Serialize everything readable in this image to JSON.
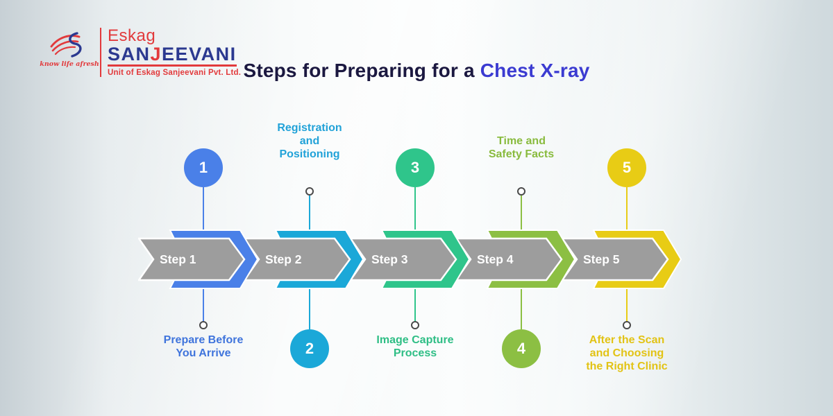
{
  "header": {
    "logo": {
      "brand_top": "Eskag",
      "brand_main_pre": "SAN",
      "brand_main_j": "J",
      "brand_main_post": "EEVANI",
      "tagline": "know life afresh",
      "subtitle": "Unit of Eskag Sanjeevani Pvt. Ltd.",
      "red": "#E23A3C",
      "blue": "#2B3990"
    },
    "title": {
      "prefix": "Steps for Preparing for a ",
      "highlight": "Chest X-ray",
      "prefix_color": "#1B1840",
      "highlight_color": "#3B3BD1"
    }
  },
  "diagram": {
    "arrow_fill": "#9D9D9D",
    "arrow_stroke": "#FFFFFF",
    "marker_ring_color": "#4A4A4A",
    "steps": [
      {
        "number": "1",
        "arrow_label": "Step 1",
        "caption": "Prepare Before\nYou Arrive",
        "caption_position": "below",
        "color": "#4A80E8",
        "caption_color": "#3F74DC"
      },
      {
        "number": "2",
        "arrow_label": "Step 2",
        "caption": "Registration\nand\nPositioning",
        "caption_position": "above",
        "color": "#1BA8D8",
        "caption_color": "#21A2D8"
      },
      {
        "number": "3",
        "arrow_label": "Step 3",
        "caption": "Image Capture\nProcess",
        "caption_position": "below",
        "color": "#2FC58B",
        "caption_color": "#2EBE85"
      },
      {
        "number": "4",
        "arrow_label": "Step 4",
        "caption": "Time and\nSafety Facts",
        "caption_position": "above",
        "color": "#8CBF43",
        "caption_color": "#89BB3E"
      },
      {
        "number": "5",
        "arrow_label": "Step 5",
        "caption": "After the Scan\nand Choosing\nthe Right Clinic",
        "caption_position": "below",
        "color": "#E8CC15",
        "caption_color": "#E2C315"
      }
    ]
  }
}
